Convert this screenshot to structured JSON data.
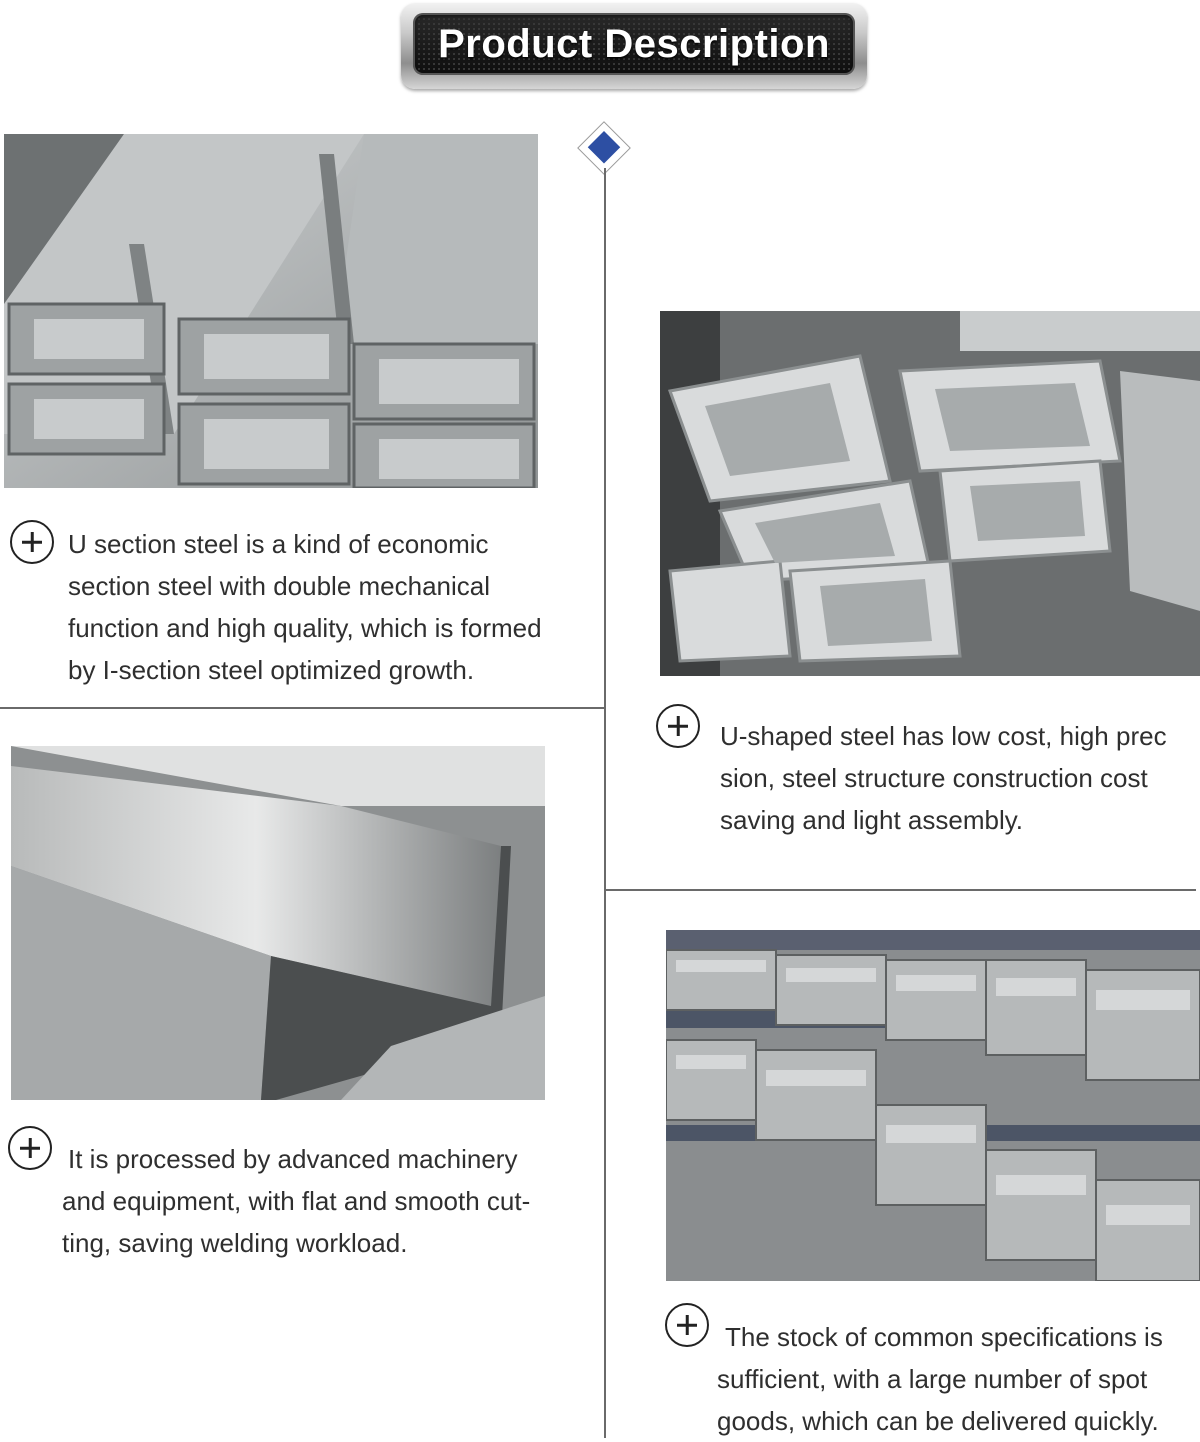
{
  "header": {
    "title": "Product Description"
  },
  "sections": [
    {
      "caption": [
        "U section steel is a kind of economic",
        "section steel with double mechanical",
        "function and high quality, which is formed",
        "by I-section steel optimized growth."
      ]
    },
    {
      "caption": [
        "U-shaped steel has low cost, high prec",
        "sion, steel structure construction cost",
        "saving and light assembly."
      ]
    },
    {
      "caption": [
        "It is processed by advanced machinery",
        "and equipment, with flat and smooth cut-",
        "ting, saving welding workload."
      ]
    },
    {
      "caption": [
        "The stock of common specifications is",
        "sufficient, with a large number of spot",
        "goods, which can be delivered quickly."
      ]
    }
  ],
  "colors": {
    "accent_diamond": "#2d4fa3",
    "divider": "#6a6a6a"
  },
  "icons": [
    "plus-circle-icon",
    "diamond-icon"
  ]
}
